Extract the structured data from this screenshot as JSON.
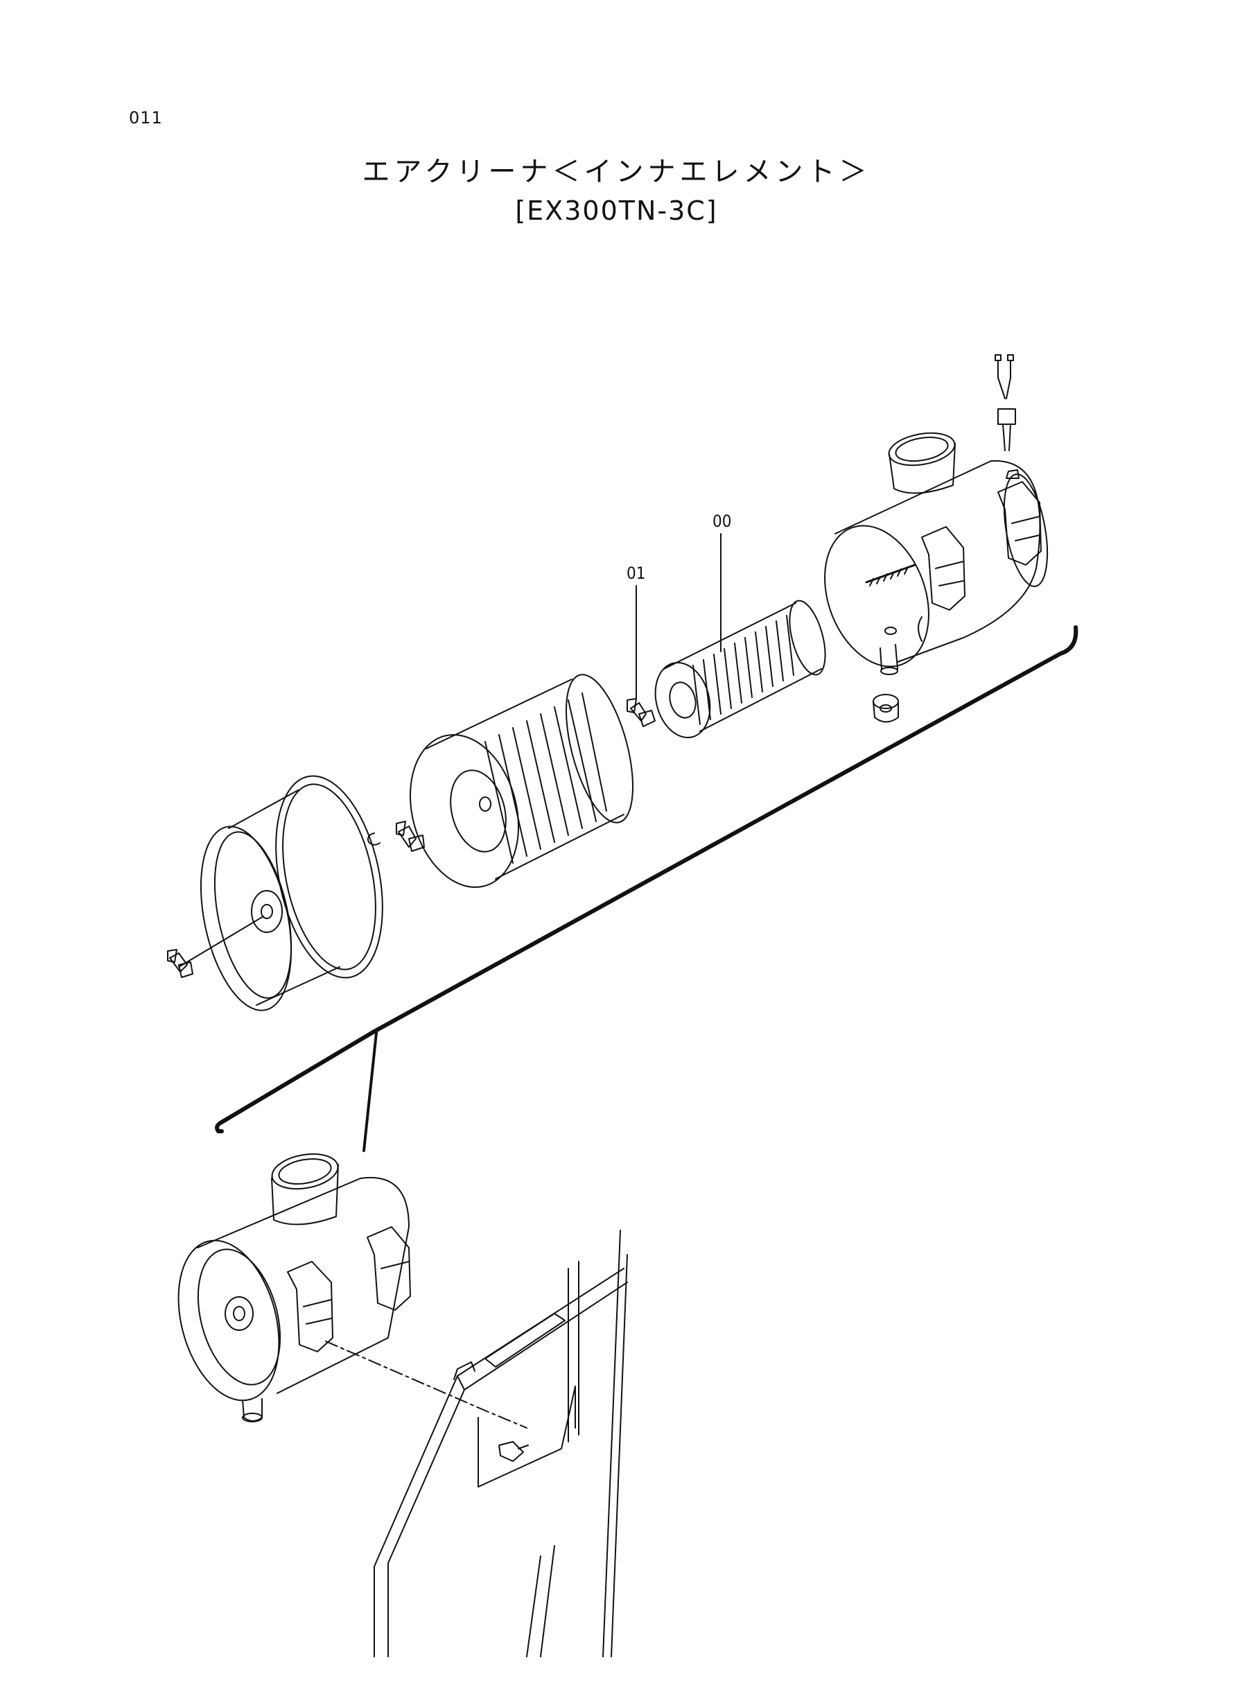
{
  "page_number": "011",
  "title": {
    "line1": "エアクリーナ＜インナエレメント＞",
    "line2": "[EX300TN-3C]"
  },
  "callouts": [
    {
      "id": "00",
      "label": "00"
    },
    {
      "id": "01",
      "label": "01"
    }
  ],
  "colors": {
    "ink": "#111111",
    "background": "#ffffff"
  }
}
